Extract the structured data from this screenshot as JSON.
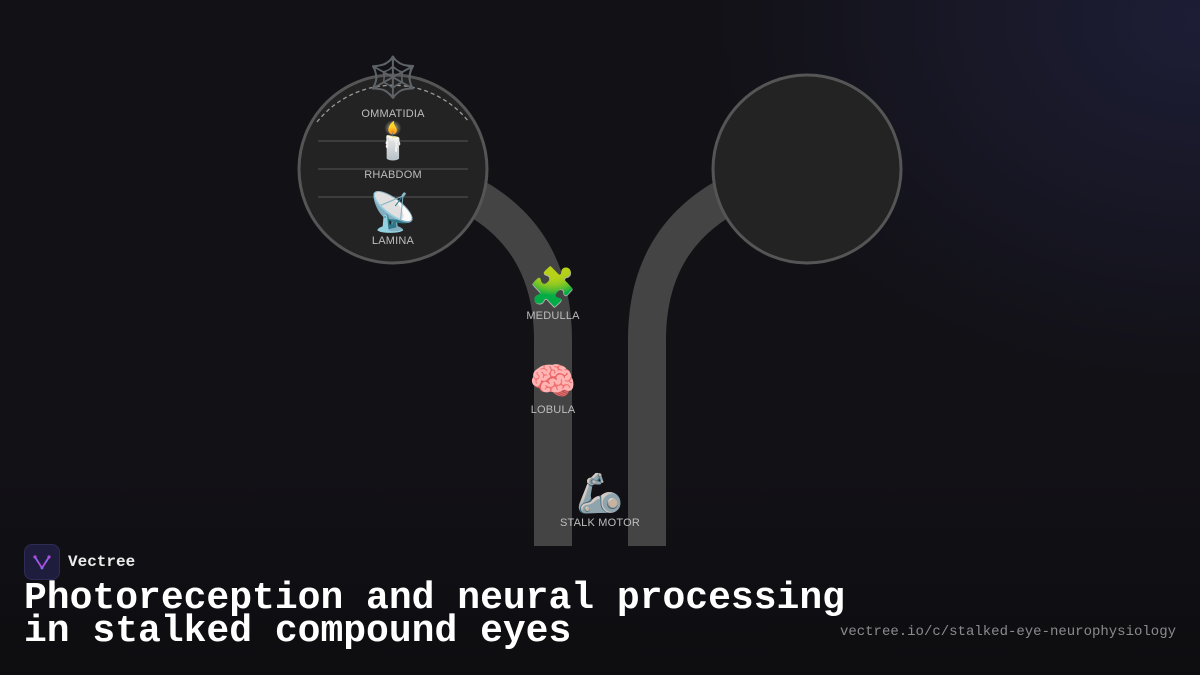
{
  "brand": {
    "name": "Vectree",
    "logo_icon": "vectree-logo-icon"
  },
  "title": "Photoreception and neural processing\nin stalked compound eyes",
  "url": "vectree.io/c/stalked-eye-neurophysiology",
  "colors": {
    "background": "#121116",
    "stalk": "#444444",
    "eye_fill": "#232323",
    "eye_stroke": "#555555",
    "label": "#bdbdbd",
    "logo_accent": "#b04de0"
  },
  "nodes": [
    {
      "id": "ommatidia",
      "label": "OMMATIDIA",
      "icon": "🕸️",
      "icon_name": "spider-web-icon"
    },
    {
      "id": "rhabdom",
      "label": "RHABDOM",
      "icon": "🕯️",
      "icon_name": "candle-icon"
    },
    {
      "id": "lamina",
      "label": "LAMINA",
      "icon": "📡",
      "icon_name": "satellite-dish-icon"
    },
    {
      "id": "medulla",
      "label": "MEDULLA",
      "icon": "🧩",
      "icon_name": "puzzle-piece-icon"
    },
    {
      "id": "lobula",
      "label": "LOBULA",
      "icon": "🧠",
      "icon_name": "brain-icon"
    },
    {
      "id": "stalk_motor",
      "label": "STALK MOTOR",
      "icon": "🦾",
      "icon_name": "mechanical-arm-icon"
    }
  ]
}
